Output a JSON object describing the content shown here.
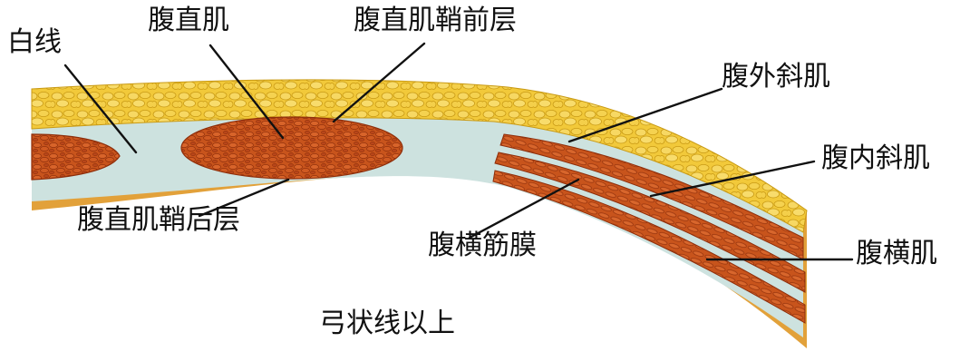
{
  "labels": {
    "linea_alba": "白线",
    "rectus_abdominis": "腹直肌",
    "anterior_rectus_sheath": "腹直肌鞘前层",
    "external_oblique": "腹外斜肌",
    "internal_oblique": "腹内斜肌",
    "transversus_abdominis": "腹横肌",
    "posterior_rectus_sheath": "腹直肌鞘后层",
    "transversalis_fascia": "腹横筋膜"
  },
  "caption": "弓状线以上",
  "colors": {
    "fat": "#f2c93a",
    "fat_lobule_edge": "#c99a14",
    "muscle": "#c8541c",
    "muscle_fiber": "#8e2e0a",
    "fascia": "#cde2df",
    "deep_fascia": "#e2a13a",
    "leader_line": "#111111"
  }
}
